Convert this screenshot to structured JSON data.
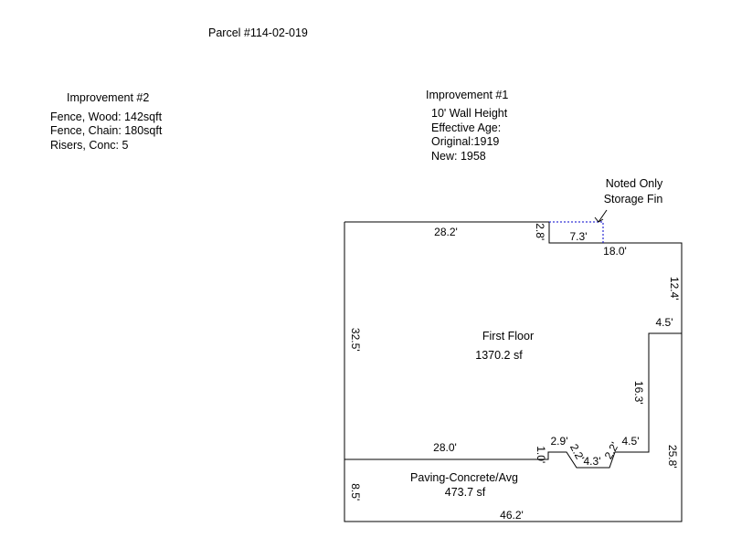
{
  "parcel": "Parcel #114-02-019",
  "improvement2": {
    "title": "Improvement #2",
    "lines": [
      "Fence, Wood: 142sqft",
      "Fence, Chain: 180sqft",
      "Risers, Conc: 5"
    ]
  },
  "improvement1": {
    "title": "Improvement #1",
    "lines": [
      "10' Wall Height",
      "Effective Age:",
      "Original:1919",
      "New: 1958"
    ]
  },
  "storage_note": [
    "Noted Only",
    "Storage Fin"
  ],
  "first_floor": {
    "label": "First Floor",
    "area": "1370.2 sf"
  },
  "paving": {
    "label": "Paving-Concrete/Avg",
    "area": "473.7 sf"
  },
  "dimensions": {
    "top_left": "28.2'",
    "notch_height": "2.8'",
    "notch_width": "7.3'",
    "top_right": "18.0'",
    "right_upper": "12.4'",
    "right_step": "4.5'",
    "left_side": "32.5'",
    "inner_right": "16.3'",
    "bottom_wall": "28.0'",
    "small_rise": "1.0'",
    "step_a": "2.9'",
    "diag_a": "2.2'",
    "bottom_mid": "4.3'",
    "diag_b": "2.2'",
    "step_b": "4.5'",
    "right_lower": "25.8'",
    "paving_left": "8.5'",
    "paving_bottom": "46.2'"
  }
}
